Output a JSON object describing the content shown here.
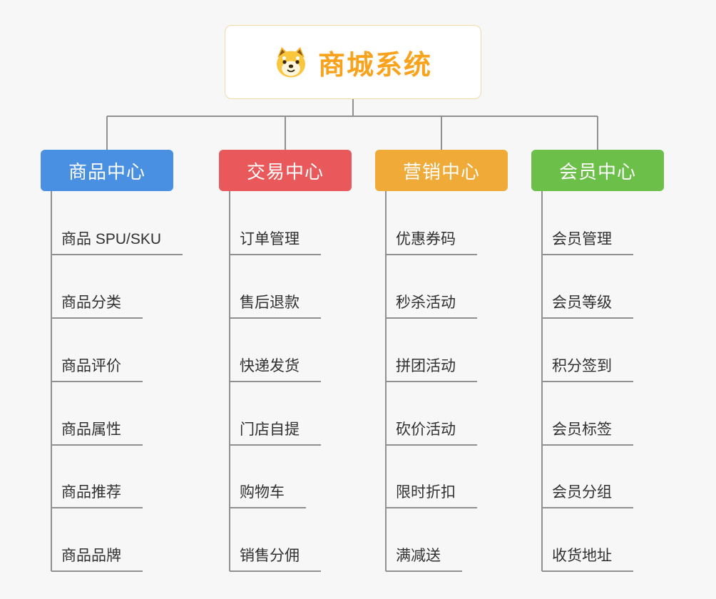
{
  "root": {
    "title": "商城系统",
    "title_color": "#f9a21b",
    "icon": "dog-icon"
  },
  "connector_color": "#909090",
  "branches": [
    {
      "label": "商品中心",
      "color": "#4a90e2",
      "items": [
        "商品 SPU/SKU",
        "商品分类",
        "商品评价",
        "商品属性",
        "商品推荐",
        "商品品牌"
      ]
    },
    {
      "label": "交易中心",
      "color": "#e9595b",
      "items": [
        "订单管理",
        "售后退款",
        "快递发货",
        "门店自提",
        "购物车",
        "销售分佣"
      ]
    },
    {
      "label": "营销中心",
      "color": "#efaa37",
      "items": [
        "优惠券码",
        "秒杀活动",
        "拼团活动",
        "砍价活动",
        "限时折扣",
        "满减送"
      ]
    },
    {
      "label": "会员中心",
      "color": "#6cbf49",
      "items": [
        "会员管理",
        "会员等级",
        "积分签到",
        "会员标签",
        "会员分组",
        "收货地址"
      ]
    }
  ]
}
